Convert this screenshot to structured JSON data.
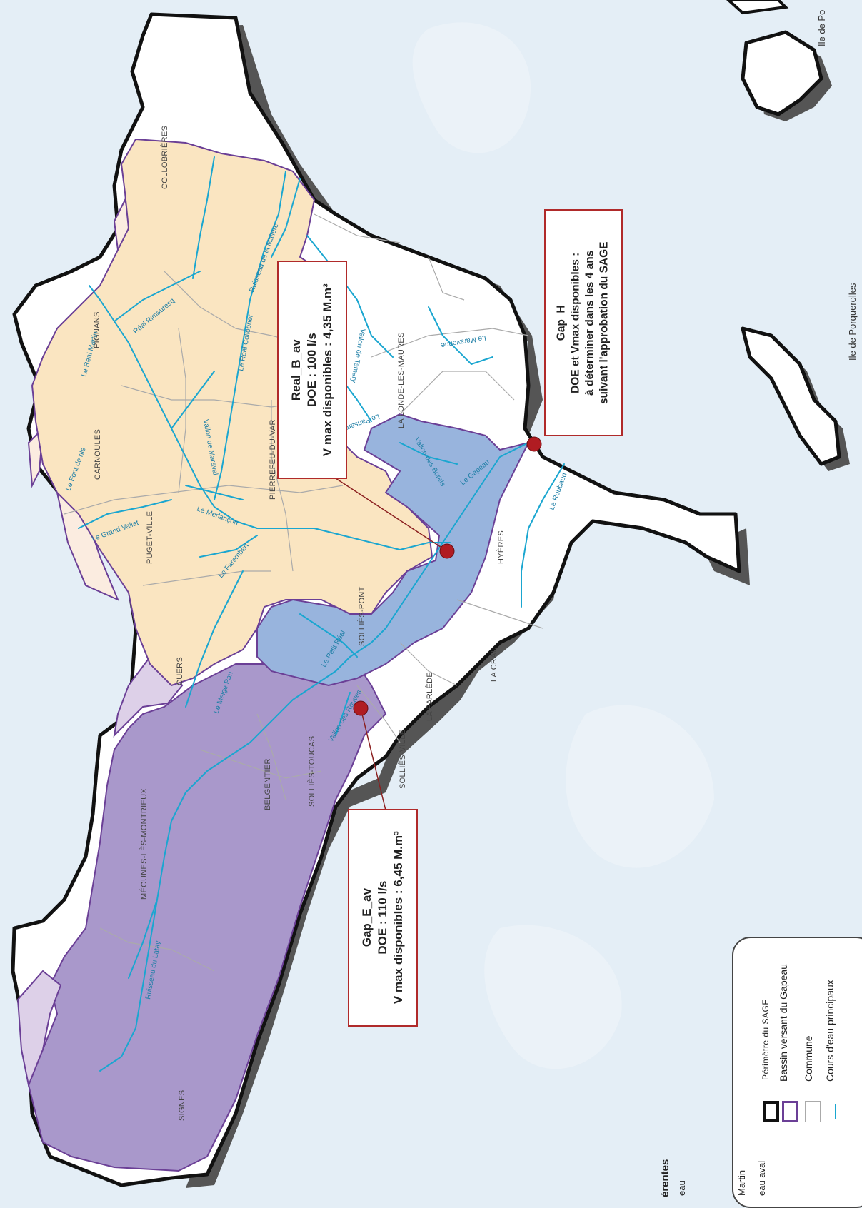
{
  "map": {
    "communes": [
      {
        "name": "COLLOBRIÈRES",
        "rot": -90
      },
      {
        "name": "PIGNANS",
        "rot": -90
      },
      {
        "name": "CARNOULES",
        "rot": -90
      },
      {
        "name": "PUGET-VILLE",
        "rot": -90
      },
      {
        "name": "PIERREFEU-DU-VAR",
        "rot": -90
      },
      {
        "name": "LA LONDE-LES-MAURES",
        "rot": -90
      },
      {
        "name": "HYÈRES",
        "rot": -90
      },
      {
        "name": "SOLLIÈS-PONT",
        "rot": -90
      },
      {
        "name": "CUERS",
        "rot": -90
      },
      {
        "name": "LA CRAU",
        "rot": -90
      },
      {
        "name": "LA FARLÈDE",
        "rot": -90
      },
      {
        "name": "SOLLIÈS-TOUCAS",
        "rot": -90
      },
      {
        "name": "BELGENTIER",
        "rot": -90
      },
      {
        "name": "SOLLIÈS-VILLE",
        "rot": -90
      },
      {
        "name": "MÉOUNES-LÈS-MONTRIEUX",
        "rot": -90
      },
      {
        "name": "SIGNES",
        "rot": -90
      }
    ],
    "rivers": [
      "Ruisseau de la Malière",
      "Le Réal Collobrier",
      "Réal Rimauresq",
      "Le Real Martin",
      "Le Font de rile",
      "Vallon de Maraval",
      "Le Grand Vallat",
      "Le Merlançon",
      "Le Farembert",
      "Le Meige Pan",
      "Le Petit Réal",
      "Vallon de Tamary",
      "Le Maravenne",
      "Le Pansard",
      "Vallon des Borels",
      "Le Gapeau",
      "Le Roubaud",
      "Vallon des Rouves",
      "Ruisseau du Latay"
    ],
    "islands": {
      "porquerolles": "Ile de Porquerolles",
      "port_cros": "Ile de Po"
    },
    "colors": {
      "sea": "#e4eef6",
      "basin_real_martin": "#fae5c1",
      "basin_gapeau_aval": "#98b4dd",
      "basin_gapeau_amont": "#a998cb",
      "basin_other": "#ddd0e8",
      "perimeter": "#111111",
      "river": "#1aa6d0",
      "marker": "#b01c22"
    }
  },
  "points": [
    {
      "id": "Real_B_av",
      "lines": [
        "Real_B_av",
        "DOE : 100 l/s",
        "V max disponibles : 4,35 M.m³"
      ]
    },
    {
      "id": "Gap_H",
      "lines": [
        "Gap_H",
        "DOE et Vmax disponibles :",
        "à déterminer dans les 4 ans",
        "suivant l'approbation du SAGE"
      ]
    },
    {
      "id": "Gap_E_av",
      "lines": [
        "Gap_E_av",
        "DOE : 110 l/s",
        "V max disponibles : 6,45 M.m³"
      ]
    }
  ],
  "legend": {
    "items": [
      {
        "label": "Périmètre du SAGE",
        "symbol": "perimeter"
      },
      {
        "label": "Bassin versant du Gapeau",
        "symbol": "basin"
      },
      {
        "label": "Commune",
        "symbol": "commune"
      },
      {
        "label": "Cours d'eau principaux",
        "symbol": "river"
      }
    ],
    "left_partial": {
      "title": "érentes",
      "sub1": "eau",
      "sub2": "Martin",
      "sub3": "eau aval"
    }
  }
}
